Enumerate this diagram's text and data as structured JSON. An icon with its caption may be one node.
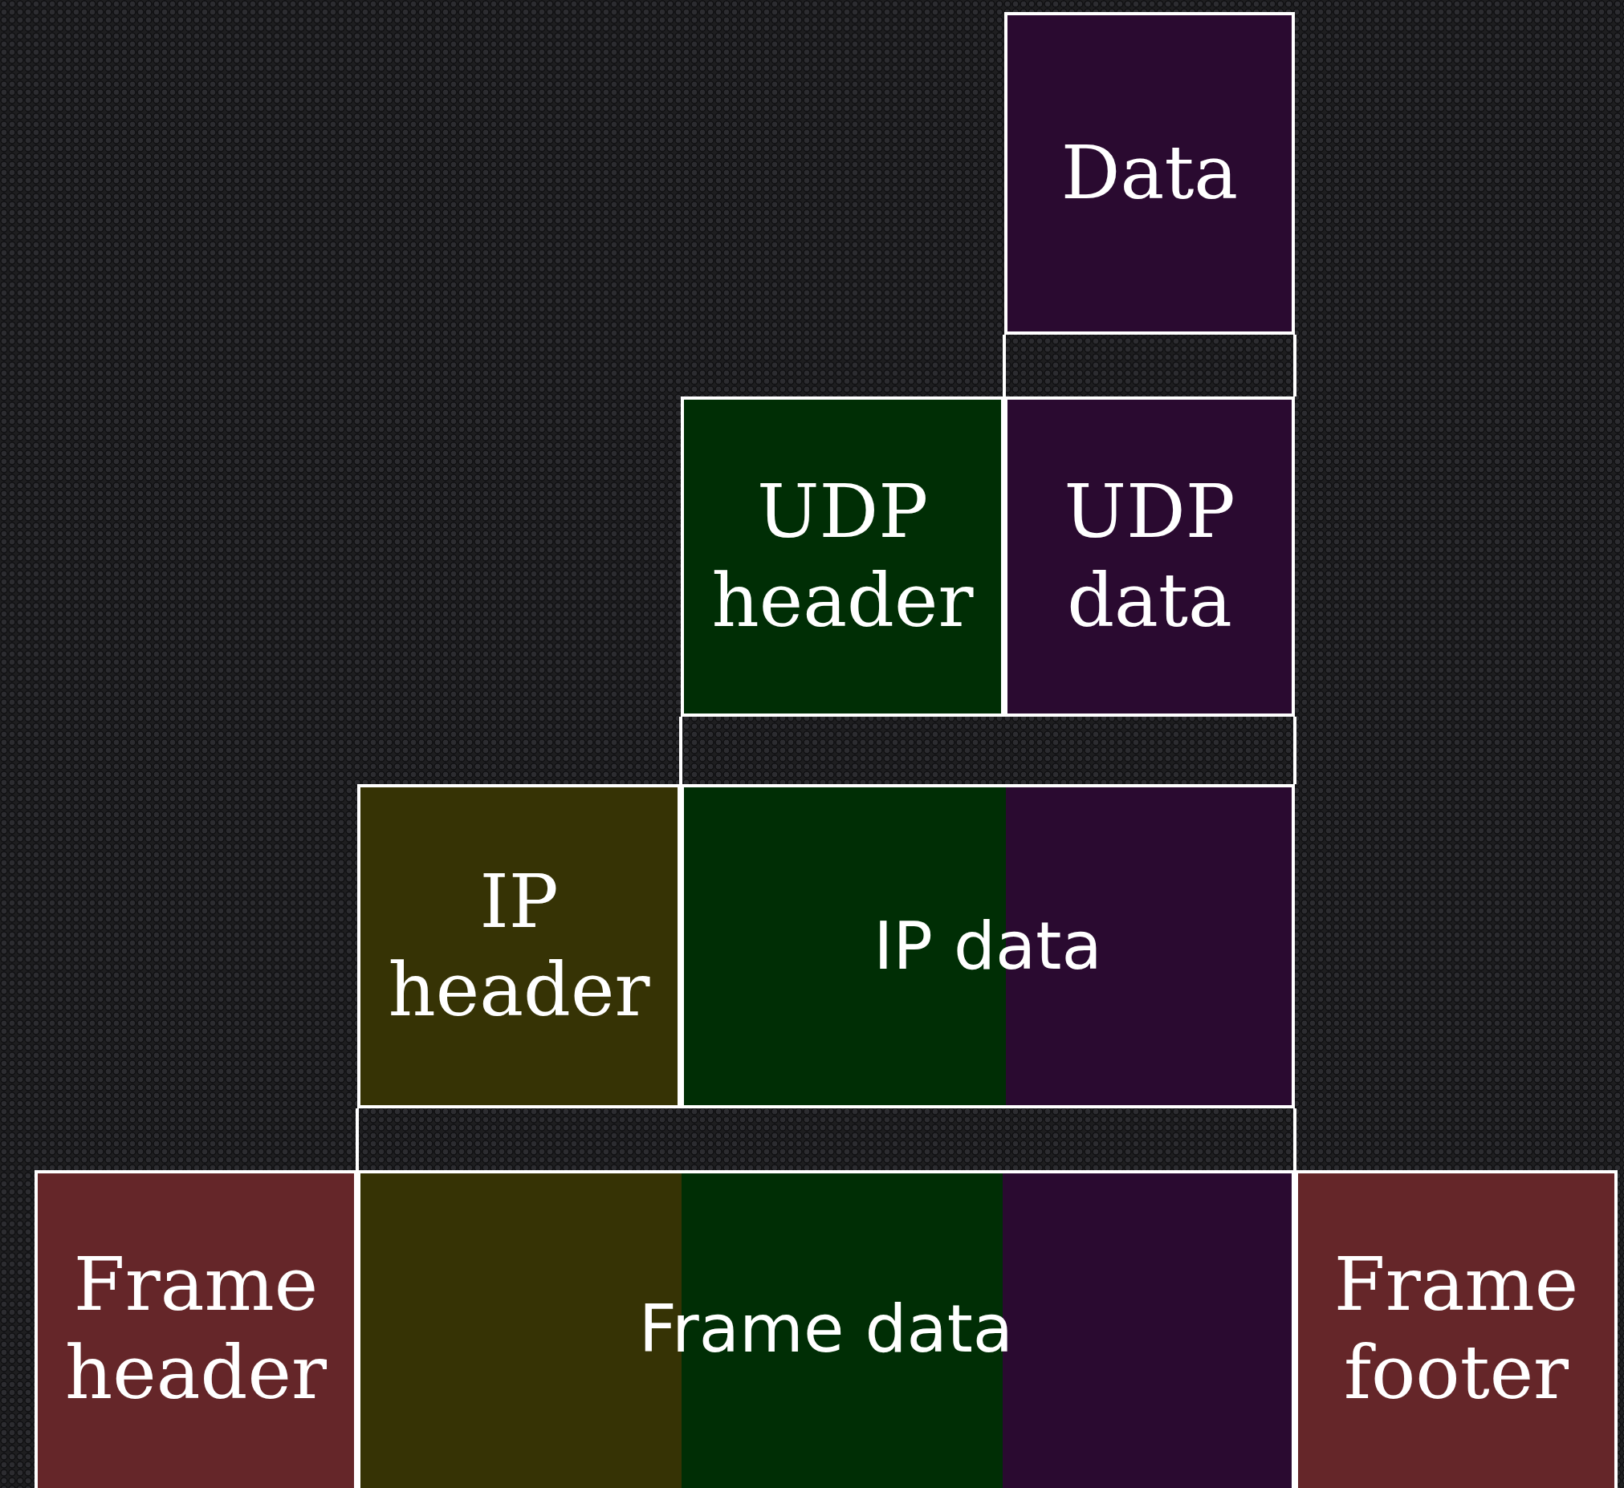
{
  "diagram": {
    "nodes": [
      {
        "text": [
          "Data"
        ]
      },
      {
        "text": [
          "UDP header"
        ]
      },
      {
        "text": [
          "UDP data"
        ]
      },
      {
        "text": [
          "IP header"
        ]
      },
      {
        "text": [
          "IP data"
        ]
      },
      {
        "text": [
          "Frame header"
        ]
      },
      {
        "text": [
          "Frame data"
        ]
      },
      {
        "text": [
          "Frame footer"
        ]
      }
    ]
  }
}
